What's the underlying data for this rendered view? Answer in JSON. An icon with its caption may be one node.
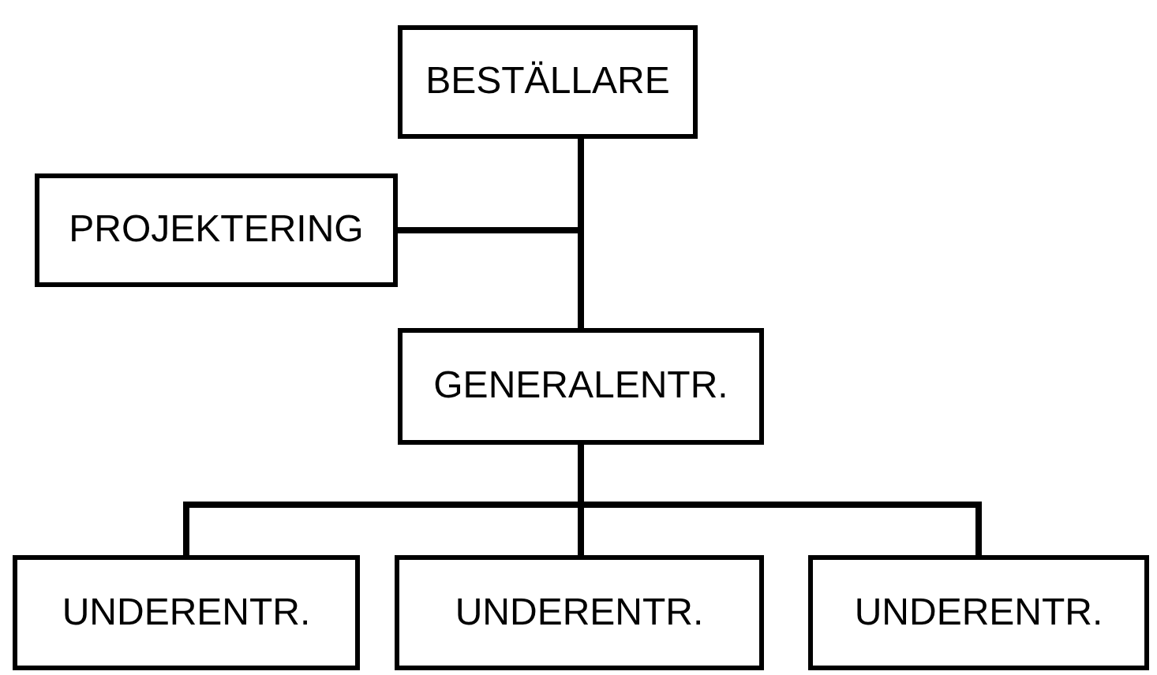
{
  "diagram": {
    "nodes": [
      {
        "text": [
          "BESTÄLLARE"
        ]
      },
      {
        "text": [
          "PROJEKTERING"
        ]
      },
      {
        "text": [
          "GENERALENTR."
        ]
      },
      {
        "text": [
          "UNDERENTR."
        ]
      },
      {
        "text": [
          "UNDERENTR."
        ]
      },
      {
        "text": [
          "UNDERENTR."
        ]
      }
    ],
    "edges": [
      {
        "from": 0,
        "to": 2,
        "arrow": "none"
      },
      {
        "from": 1,
        "to": 2,
        "arrow": "none"
      },
      {
        "from": 2,
        "to": 3,
        "arrow": "none"
      },
      {
        "from": 2,
        "to": 4,
        "arrow": "none"
      },
      {
        "from": 2,
        "to": 5,
        "arrow": "none"
      }
    ]
  }
}
